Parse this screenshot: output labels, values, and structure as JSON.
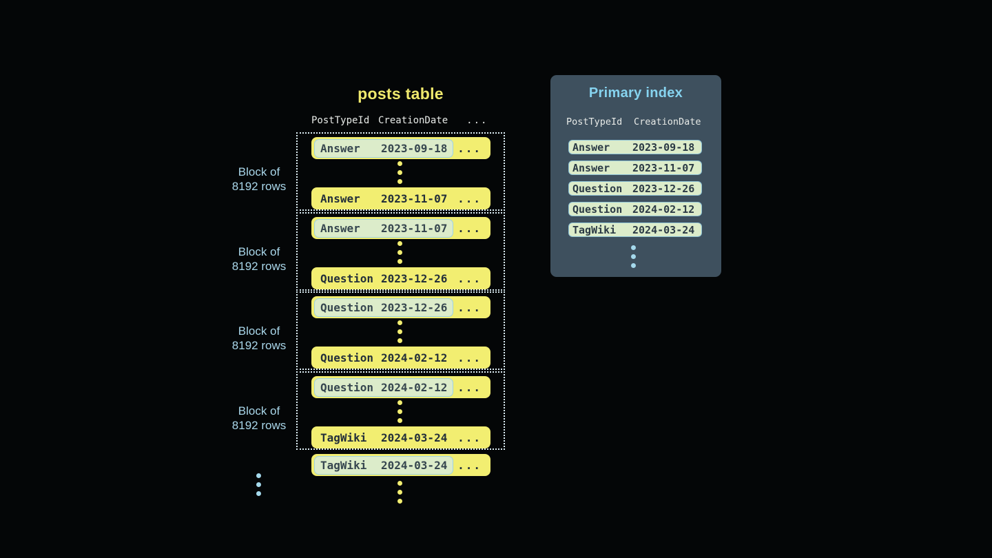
{
  "colors": {
    "background": "#040607",
    "row_yellow": "#f2ee71",
    "title_yellow": "#efe96d",
    "row_text_dark": "#232f3a",
    "highlight_mint": "#dcecca",
    "highlight_border_blue": "#9ed2e6",
    "block_dotted_border": "#dff0f7",
    "label_light_blue": "#a9d6e9",
    "panel_background": "#3e505e",
    "panel_title_blue": "#86d3ef",
    "header_text": "#e7eae7",
    "dots_blue": "#a5d9ec"
  },
  "posts_table": {
    "title": "posts table",
    "columns": [
      "PostTypeId",
      "CreationDate",
      "..."
    ],
    "ellipsis": "...",
    "blocks": [
      {
        "label": [
          "Block of",
          "8192 rows"
        ],
        "first_row": {
          "post_type": "Answer",
          "date": "2023-09-18"
        },
        "last_row": {
          "post_type": "Answer",
          "date": "2023-11-07"
        }
      },
      {
        "label": [
          "Block of",
          "8192 rows"
        ],
        "first_row": {
          "post_type": "Answer",
          "date": "2023-11-07"
        },
        "last_row": {
          "post_type": "Question",
          "date": "2023-12-26"
        }
      },
      {
        "label": [
          "Block of",
          "8192 rows"
        ],
        "first_row": {
          "post_type": "Question",
          "date": "2023-12-26"
        },
        "last_row": {
          "post_type": "Question",
          "date": "2024-02-12"
        }
      },
      {
        "label": [
          "Block of",
          "8192 rows"
        ],
        "first_row": {
          "post_type": "Question",
          "date": "2024-02-12"
        },
        "last_row": {
          "post_type": "TagWiki",
          "date": "2024-03-24"
        }
      }
    ],
    "overflow_row": {
      "post_type": "TagWiki",
      "date": "2024-03-24"
    }
  },
  "primary_index": {
    "title": "Primary index",
    "columns": [
      "PostTypeId",
      "CreationDate"
    ],
    "rows": [
      {
        "post_type": "Answer",
        "date": "2023-09-18"
      },
      {
        "post_type": "Answer",
        "date": "2023-11-07"
      },
      {
        "post_type": "Question",
        "date": "2023-12-26"
      },
      {
        "post_type": "Question",
        "date": "2024-02-12"
      },
      {
        "post_type": "TagWiki",
        "date": "2024-03-24"
      }
    ]
  }
}
